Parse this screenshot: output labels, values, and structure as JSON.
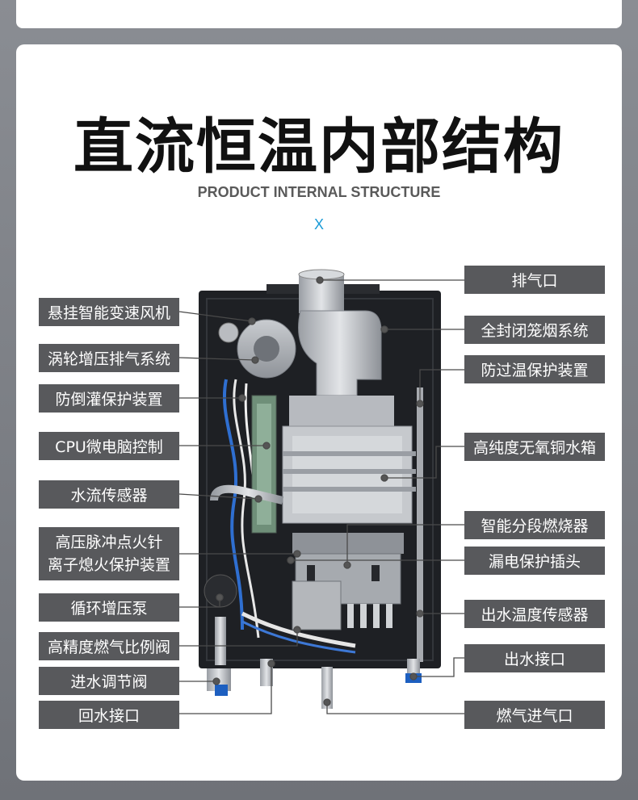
{
  "title": "直流恒温内部结构",
  "subtitle": "PRODUCT INTERNAL STRUCTURE",
  "separator": "X",
  "left_labels": [
    "悬挂智能变速风机",
    "涡轮增压排气系统",
    "防倒灌保护装置",
    "CPU微电脑控制",
    "水流传感器",
    [
      "高压脉冲点火针",
      "离子熄火保护装置"
    ],
    "循环增压泵",
    "高精度燃气比例阀",
    "进水调节阀",
    "回水接口"
  ],
  "right_labels": [
    "排气口",
    "全封闭笼烟系统",
    "防过温保护装置",
    "高纯度无氧铜水箱",
    "智能分段燃烧器",
    "漏电保护插头",
    "出水温度传感器",
    "出水接口",
    "燃气进气口"
  ],
  "colors": {
    "background": "#7d8086",
    "card": "#ffffff",
    "label_bg": "#58595c",
    "label_text": "#ffffff",
    "accent": "#1a9bd7",
    "heater_body": "#1e2024"
  }
}
